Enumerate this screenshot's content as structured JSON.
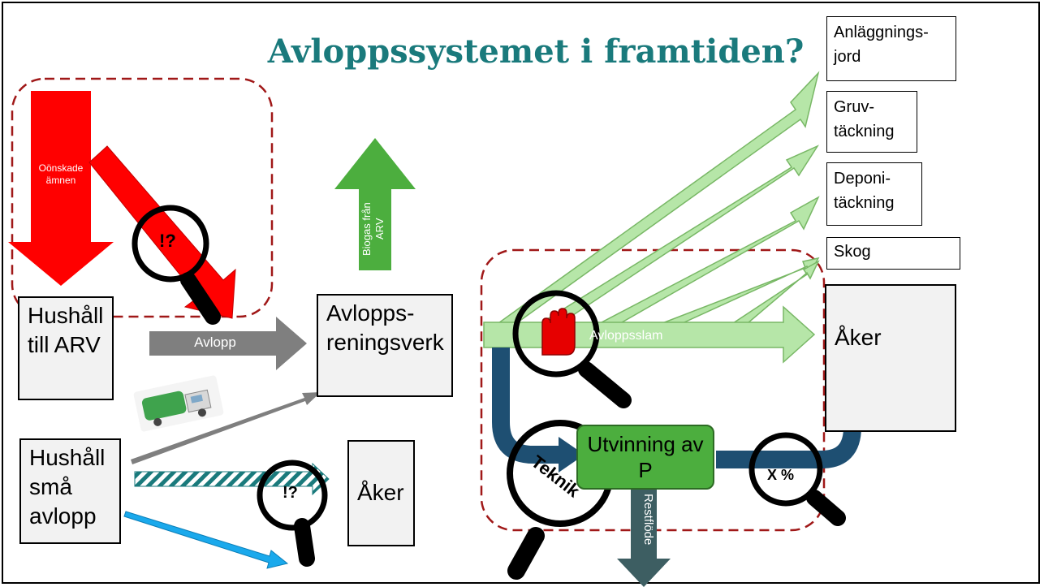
{
  "title": "Avloppssystemet i framtiden?",
  "boxes": {
    "hushall_arv": "Hushåll till ARV",
    "hushall_sma": "Hushåll små avlopp",
    "arv": "Avlopps-reningsverk",
    "aker_small": "Åker",
    "aker_large": "Åker",
    "utvinning": "Utvinning av P"
  },
  "destinations": [
    "Anläggnings-jord",
    "Gruv-täckning",
    "Deponi-täckning",
    "Skog"
  ],
  "arrows": {
    "oonskade": "Oönskade ämnen",
    "avlopp": "Avlopp",
    "biogas": "Biogas från ARV",
    "slam": "Avloppsslam",
    "restflode": "Restflöde"
  },
  "markers": {
    "q1": "!?",
    "q2": "!?",
    "teknik": "Teknik",
    "percent": "X %"
  },
  "colors": {
    "title": "#1a7a7c",
    "red": "#ff0000",
    "light_green": "#b6e6a8",
    "green": "#4cae3e",
    "dark_blue": "#1e4f72",
    "gray": "#7f7f7f",
    "light_blue": "#1aa9ec",
    "dashed": "#a01818"
  },
  "icons": [
    "magnifier-icon",
    "stop-hand-icon",
    "truck-icon"
  ]
}
